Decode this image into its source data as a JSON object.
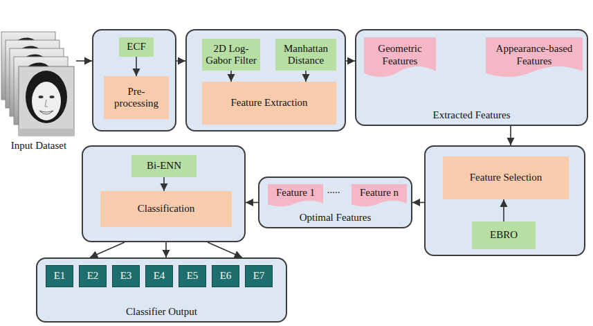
{
  "diagram": {
    "nodes": [
      {
        "text": [
          "Input Dataset"
        ]
      },
      {
        "text": []
      },
      {
        "text": [
          "ECF"
        ],
        "in": 1
      },
      {
        "text": [
          "Pre-processing"
        ],
        "in": 1
      },
      {
        "text": []
      },
      {
        "text": [
          "2D Log-Gabor Filter"
        ],
        "in": 4
      },
      {
        "text": [
          "Manhattan Distance"
        ],
        "in": 4
      },
      {
        "text": [
          "Feature Extraction"
        ],
        "in": 4
      },
      {
        "text": [
          "Extracted Features"
        ]
      },
      {
        "text": [
          "Geometric Features"
        ],
        "in": 8
      },
      {
        "text": [
          "Appearance-based Features"
        ],
        "in": 8
      },
      {
        "text": []
      },
      {
        "text": [
          "Feature Selection"
        ],
        "in": 11
      },
      {
        "text": [
          "EBRO"
        ],
        "in": 11
      },
      {
        "text": [
          "Optimal Features"
        ]
      },
      {
        "text": [
          "Feature 1"
        ],
        "in": 14
      },
      {
        "text": [
          "Feature n"
        ],
        "in": 14
      },
      {
        "text": []
      },
      {
        "text": [
          "Bi-ENN"
        ],
        "in": 17
      },
      {
        "text": [
          "Classification"
        ],
        "in": 17
      },
      {
        "text": [
          "Classifier Output"
        ]
      },
      {
        "text": [
          "E1"
        ],
        "in": 20
      },
      {
        "text": [
          "E2"
        ],
        "in": 20
      },
      {
        "text": [
          "E3"
        ],
        "in": 20
      },
      {
        "text": [
          "E4"
        ],
        "in": 20
      },
      {
        "text": [
          "E5"
        ],
        "in": 20
      },
      {
        "text": [
          "E6"
        ],
        "in": 20
      },
      {
        "text": [
          "E7"
        ],
        "in": 20
      }
    ],
    "edges": [
      {
        "from": 0,
        "to": 1,
        "arrow": "to"
      },
      {
        "from": 1,
        "to": 4,
        "arrow": "to"
      },
      {
        "from": 4,
        "to": 8,
        "arrow": "to"
      },
      {
        "from": 2,
        "to": 3,
        "arrow": "to"
      },
      {
        "from": 5,
        "to": 7,
        "arrow": "to"
      },
      {
        "from": 6,
        "to": 7,
        "arrow": "to"
      },
      {
        "from": 8,
        "to": 11,
        "arrow": "to"
      },
      {
        "from": 13,
        "to": 12,
        "arrow": "to"
      },
      {
        "from": 11,
        "to": 14,
        "arrow": "to"
      },
      {
        "from": 14,
        "to": 17,
        "arrow": "to"
      },
      {
        "from": 18,
        "to": 19,
        "arrow": "to"
      },
      {
        "from": 17,
        "to": 20,
        "arrow": "to"
      }
    ],
    "labels": [
      "....."
    ]
  }
}
